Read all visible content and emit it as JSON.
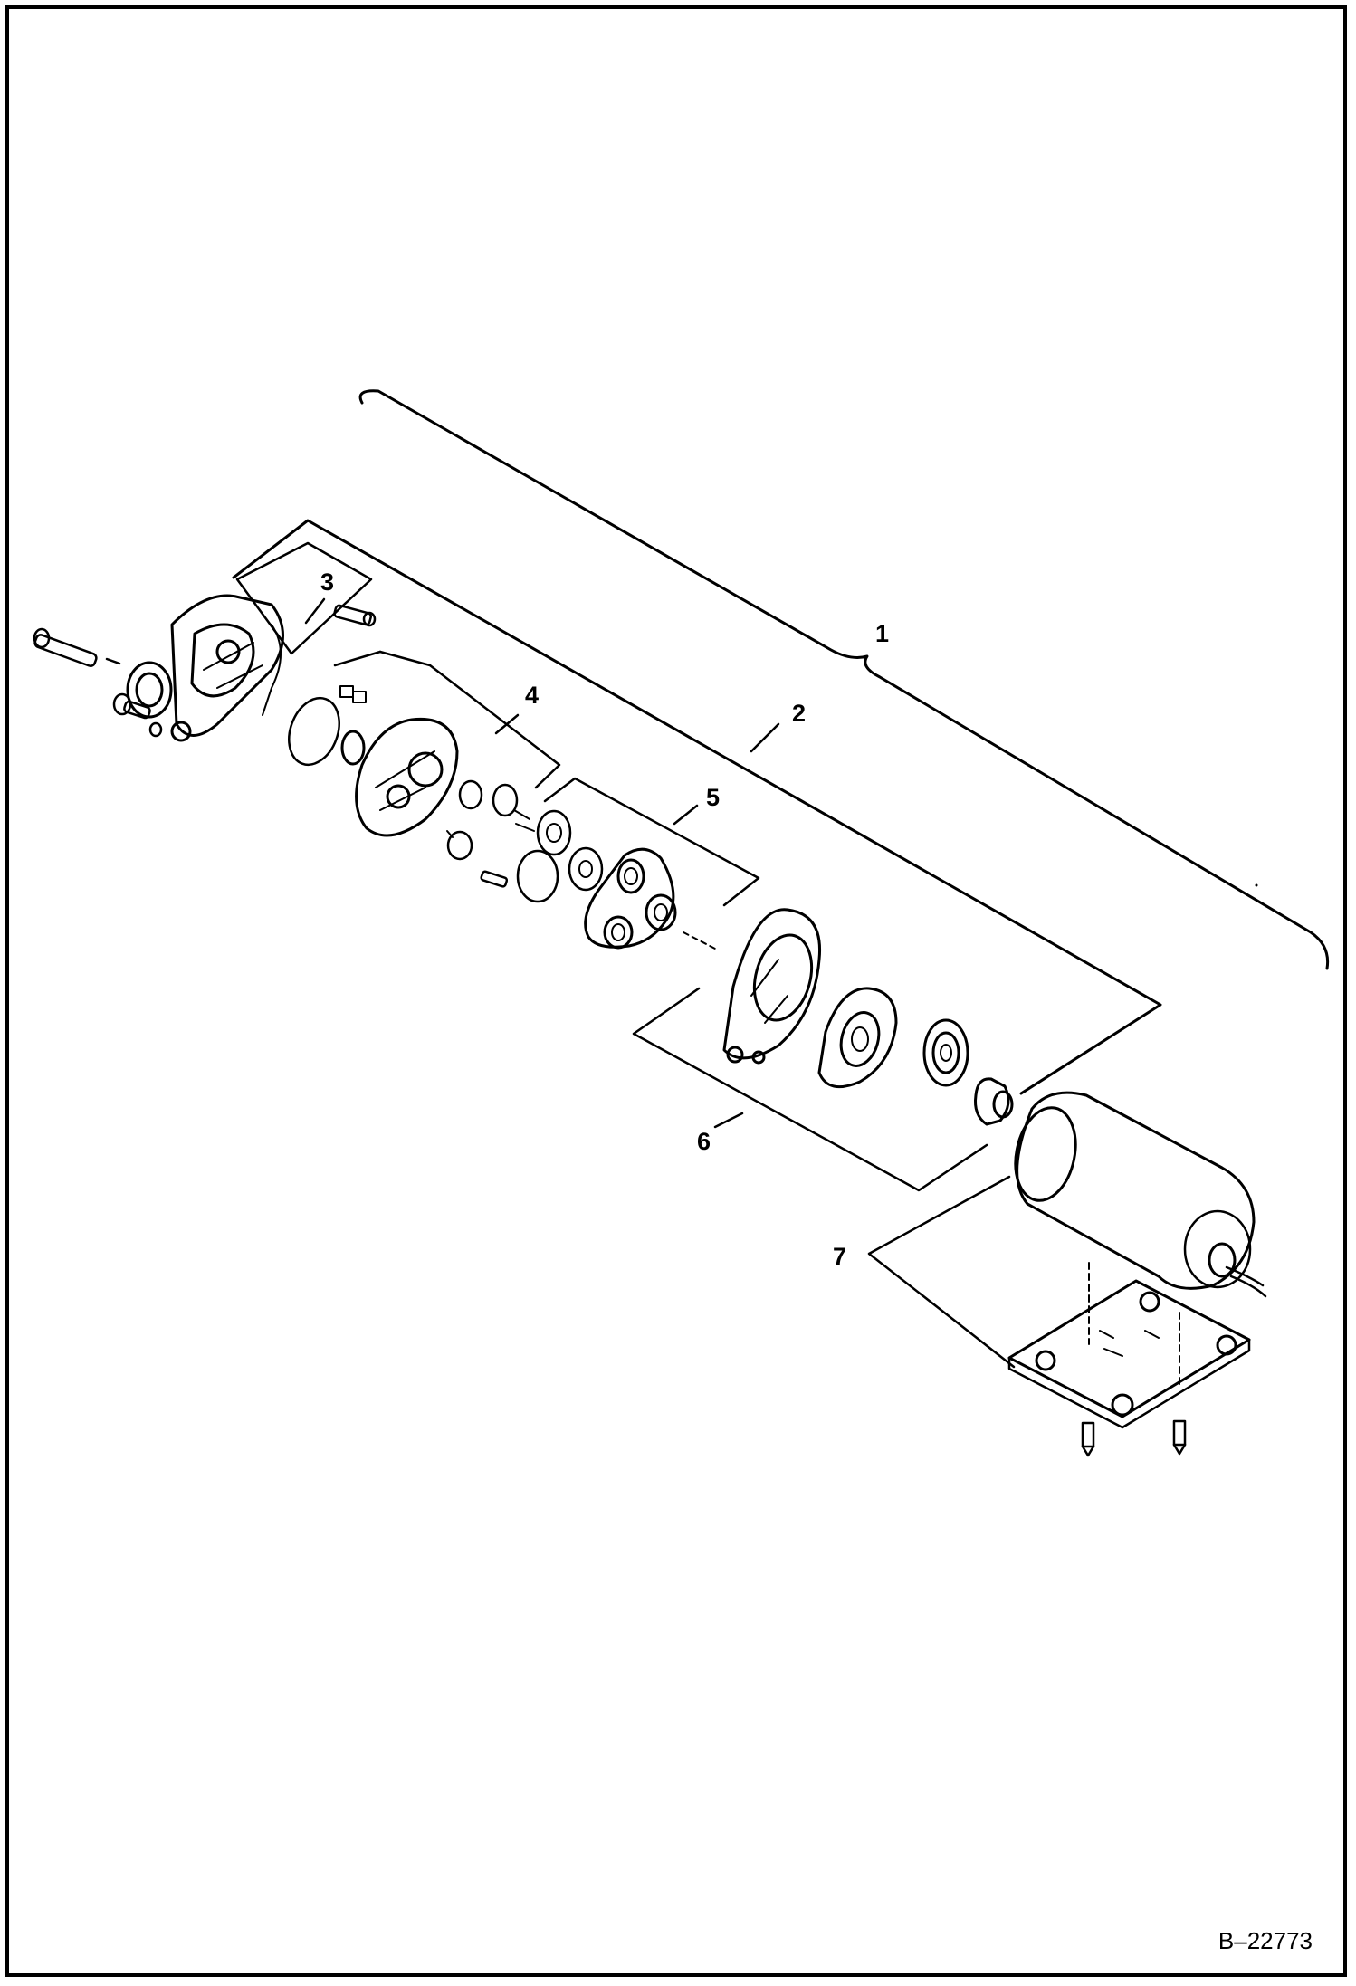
{
  "diagram": {
    "callouts": [
      {
        "id": "c1",
        "label": "1"
      },
      {
        "id": "c2",
        "label": "2"
      },
      {
        "id": "c3",
        "label": "3"
      },
      {
        "id": "c4",
        "label": "4"
      },
      {
        "id": "c5",
        "label": "5"
      },
      {
        "id": "c6",
        "label": "6"
      },
      {
        "id": "c7",
        "label": "7"
      }
    ],
    "figure_id": "B–22773",
    "colors": {
      "ink": "#000000",
      "paper": "#ffffff"
    }
  }
}
